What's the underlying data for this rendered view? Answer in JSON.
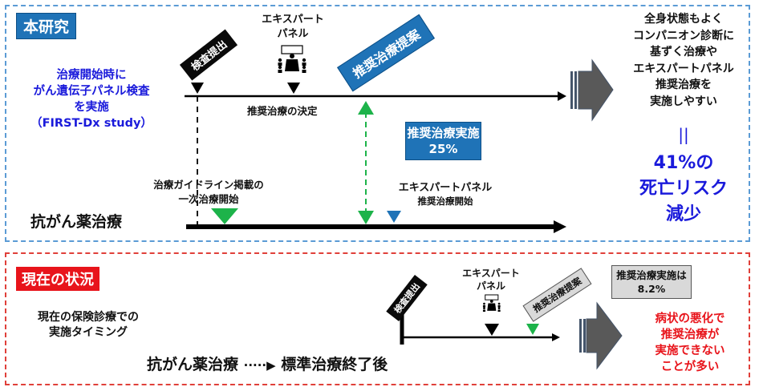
{
  "top_panel": {
    "tag": "本研究",
    "left_text": [
      "治療開始時に",
      "がん遺伝子パネル検査",
      "を実施",
      "（FIRST-Dx study）"
    ],
    "submit_tag": "検査提出",
    "expert_panel_label": [
      "エキスパート",
      "パネル"
    ],
    "expert_panel_icon": "meeting-icon",
    "proposal_tag": "推奨治療提案",
    "decision_label": "推奨治療の決定",
    "implementation_box": [
      "推奨治療実施",
      "25%"
    ],
    "guideline_label": [
      "治療ガイドライン掲載の",
      "一次治療開始"
    ],
    "ep_start_label": [
      "エキスパートパネル",
      "推奨治療開始"
    ],
    "treatment_label": "抗がん薬治療",
    "result_text": [
      "全身状態もよく",
      "コンパニオン診断に",
      "基ずく治療や",
      "エキスパートパネル",
      "推奨治療を",
      "実施しやすい"
    ],
    "equals": "||",
    "risk_text": [
      "41%の",
      "死亡リスク",
      "減少"
    ]
  },
  "bottom_panel": {
    "tag": "現在の状況",
    "left_text": [
      "現在の保険診療での",
      "実施タイミング"
    ],
    "flow_text": {
      "from": "抗がん薬治療",
      "arrow": "·····▶",
      "to": "標準治療終了後"
    },
    "submit_tag": "検査提出",
    "expert_panel_label": [
      "エキスパート",
      "パネル"
    ],
    "expert_panel_icon": "meeting-icon",
    "proposal_tag": "推奨治療提案",
    "implementation_box": [
      "推奨治療実施は",
      "8.2%"
    ],
    "result_text": [
      "病状の悪化で",
      "推奨治療が",
      "実施できない",
      "ことが多い"
    ]
  },
  "colors": {
    "blue_accent": "#1f73b7",
    "blue_text": "#1a1adb",
    "red_accent": "#e8141b",
    "green_marker": "#1db34a",
    "blue_marker": "#1f73b7",
    "gray_arrow": "#555555"
  }
}
